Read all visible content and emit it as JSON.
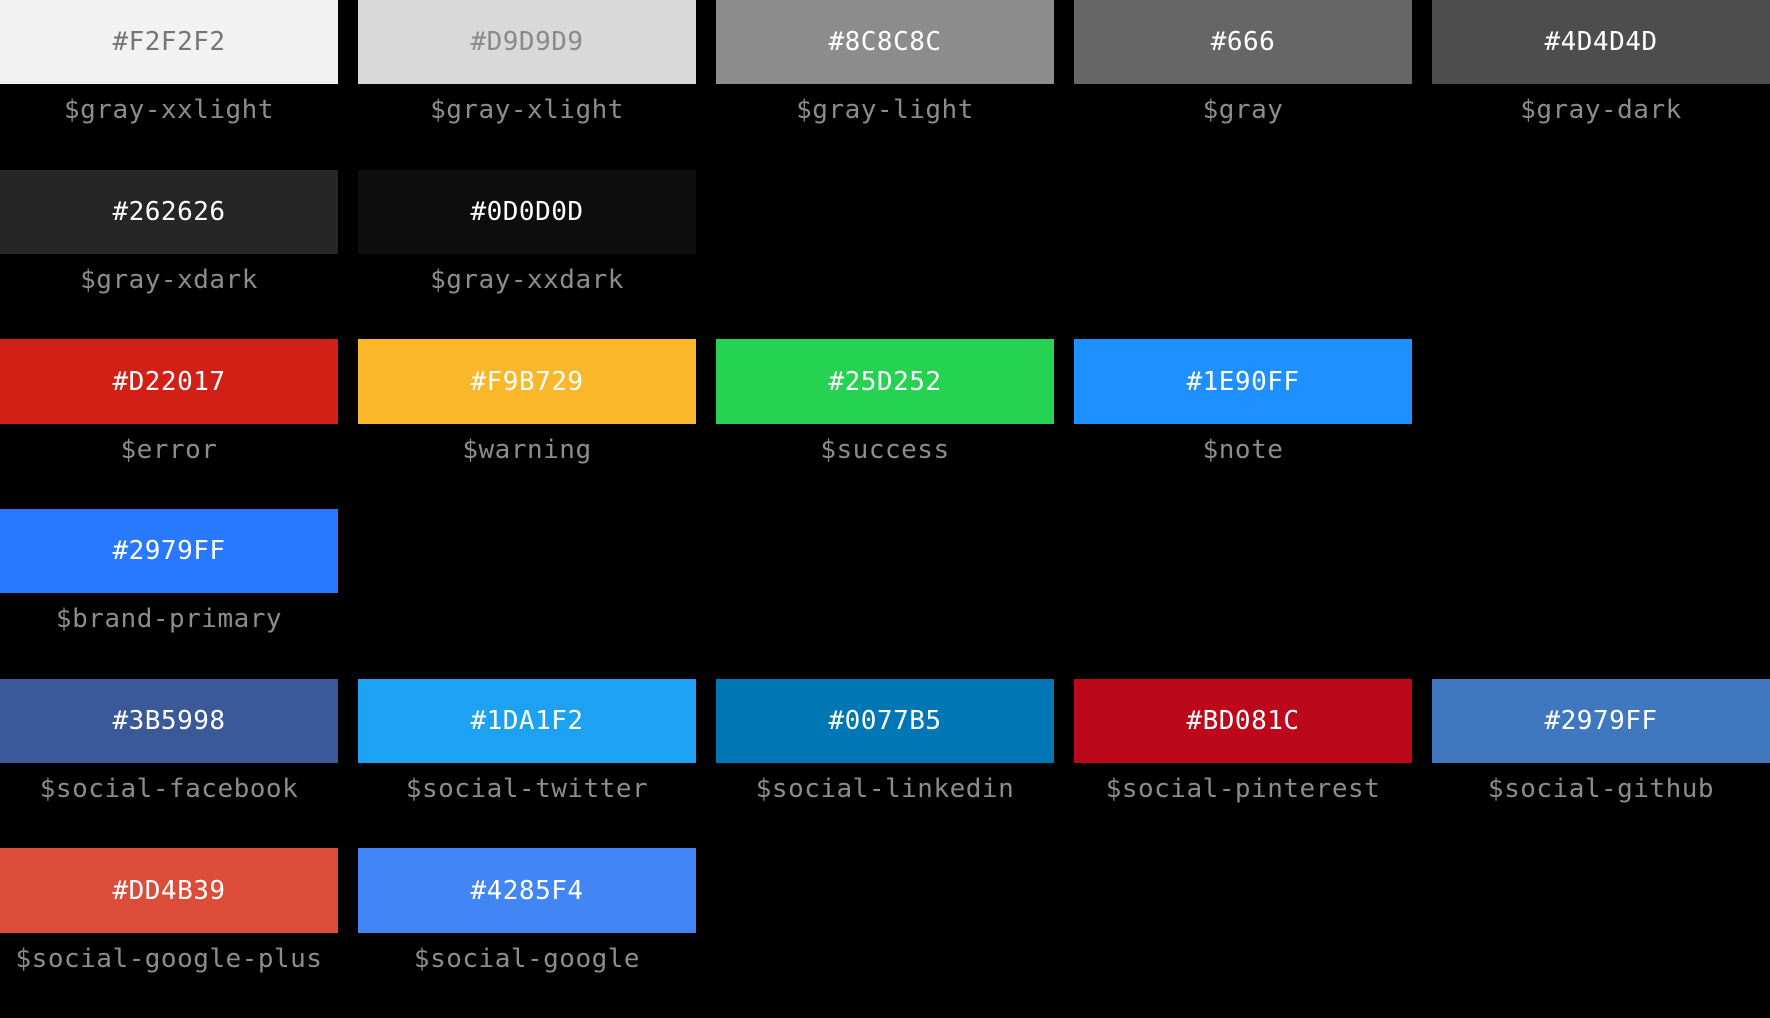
{
  "page": {
    "background_color": "#000000",
    "label_color": "#8C8C8C"
  },
  "palette": {
    "rows": [
      {
        "swatches": [
          {
            "variable": "$gray-xxlight",
            "hex_label": "#F2F2F2",
            "fill_color": "#F2F2F2",
            "hex_text_color": "#757575"
          },
          {
            "variable": "$gray-xlight",
            "hex_label": "#D9D9D9",
            "fill_color": "#D9D9D9",
            "hex_text_color": "#8A8A8A"
          },
          {
            "variable": "$gray-light",
            "hex_label": "#8C8C8C",
            "fill_color": "#8C8C8C",
            "hex_text_color": "#FFFFFF"
          },
          {
            "variable": "$gray",
            "hex_label": "#666",
            "fill_color": "#666666",
            "hex_text_color": "#FFFFFF"
          },
          {
            "variable": "$gray-dark",
            "hex_label": "#4D4D4D",
            "fill_color": "#4D4D4D",
            "hex_text_color": "#FFFFFF"
          }
        ]
      },
      {
        "swatches": [
          {
            "variable": "$gray-xdark",
            "hex_label": "#262626",
            "fill_color": "#262626",
            "hex_text_color": "#FFFFFF"
          },
          {
            "variable": "$gray-xxdark",
            "hex_label": "#0D0D0D",
            "fill_color": "#0D0D0D",
            "hex_text_color": "#FFFFFF"
          }
        ]
      },
      {
        "swatches": [
          {
            "variable": "$error",
            "hex_label": "#D22017",
            "fill_color": "#D22017",
            "hex_text_color": "#FFFFFF"
          },
          {
            "variable": "$warning",
            "hex_label": "#F9B729",
            "fill_color": "#F9B729",
            "hex_text_color": "#FFFFFF"
          },
          {
            "variable": "$success",
            "hex_label": "#25D252",
            "fill_color": "#25D252",
            "hex_text_color": "#FFFFFF"
          },
          {
            "variable": "$note",
            "hex_label": "#1E90FF",
            "fill_color": "#1E90FF",
            "hex_text_color": "#FFFFFF"
          }
        ]
      },
      {
        "swatches": [
          {
            "variable": "$brand-primary",
            "hex_label": "#2979FF",
            "fill_color": "#2979FF",
            "hex_text_color": "#FFFFFF"
          }
        ]
      },
      {
        "swatches": [
          {
            "variable": "$social-facebook",
            "hex_label": "#3B5998",
            "fill_color": "#3B5998",
            "hex_text_color": "#FFFFFF"
          },
          {
            "variable": "$social-twitter",
            "hex_label": "#1DA1F2",
            "fill_color": "#1DA1F2",
            "hex_text_color": "#FFFFFF"
          },
          {
            "variable": "$social-linkedin",
            "hex_label": "#0077B5",
            "fill_color": "#0077B5",
            "hex_text_color": "#FFFFFF"
          },
          {
            "variable": "$social-pinterest",
            "hex_label": "#BD081C",
            "fill_color": "#BD081C",
            "hex_text_color": "#FFFFFF"
          },
          {
            "variable": "$social-github",
            "hex_label": "#2979FF",
            "fill_color": "#4078C0",
            "hex_text_color": "#FFFFFF"
          }
        ]
      },
      {
        "swatches": [
          {
            "variable": "$social-google-plus",
            "hex_label": "#DD4B39",
            "fill_color": "#DD4B39",
            "hex_text_color": "#FFFFFF"
          },
          {
            "variable": "$social-google",
            "hex_label": "#4285F4",
            "fill_color": "#4285F4",
            "hex_text_color": "#FFFFFF"
          }
        ]
      }
    ]
  }
}
